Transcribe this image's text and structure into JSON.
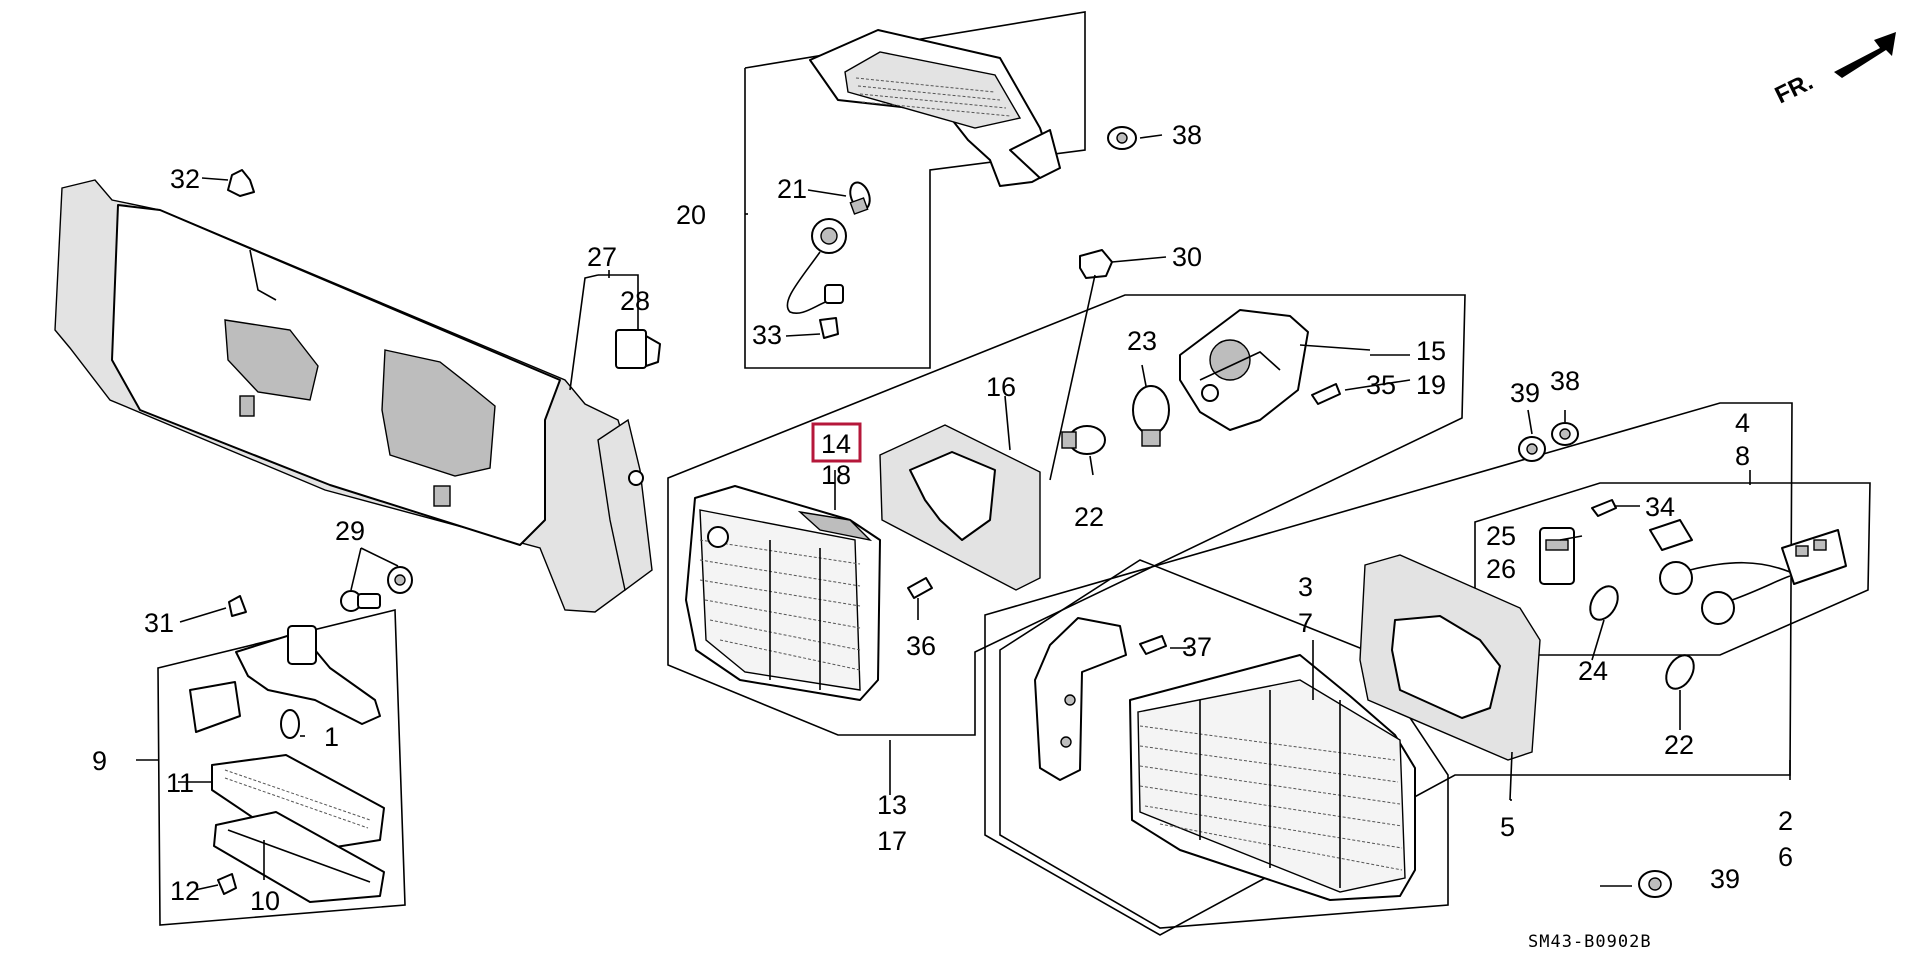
{
  "diagram": {
    "code": "SM43-B0902B",
    "direction_label": "FR.",
    "highlighted_callout": "14",
    "callouts": {
      "c1": "1",
      "c2": "2",
      "c3": "3",
      "c4": "4",
      "c5": "5",
      "c6": "6",
      "c7": "7",
      "c8": "8",
      "c9": "9",
      "c10": "10",
      "c11": "11",
      "c12": "12",
      "c13": "13",
      "c14": "14",
      "c15": "15",
      "c16": "16",
      "c17": "17",
      "c18": "18",
      "c19": "19",
      "c20": "20",
      "c21": "21",
      "c22a": "22",
      "c22b": "22",
      "c23": "23",
      "c24": "24",
      "c25": "25",
      "c26": "26",
      "c27": "27",
      "c28": "28",
      "c29": "29",
      "c30": "30",
      "c31": "31",
      "c32": "32",
      "c33": "33",
      "c34": "34",
      "c35": "35",
      "c36": "36",
      "c37": "37",
      "c38a": "38",
      "c38b": "38",
      "c39a": "39",
      "c39b": "39"
    },
    "colors": {
      "highlight": "#b5173a",
      "line": "#000000",
      "shade": "#e3e3e3"
    }
  }
}
